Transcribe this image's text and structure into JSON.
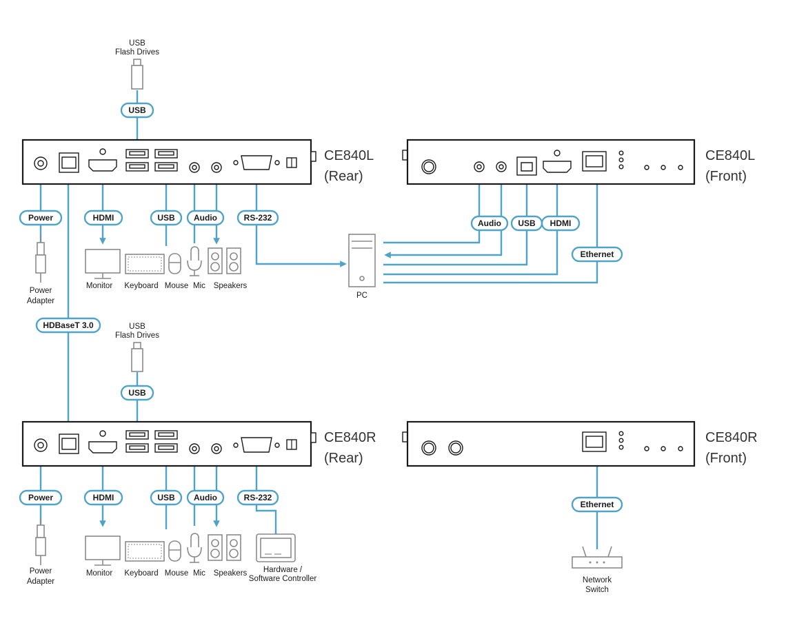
{
  "devices": {
    "local_rear": {
      "name": "CE840L",
      "side": "(Rear)"
    },
    "local_front": {
      "name": "CE840L",
      "side": "(Front)"
    },
    "remote_rear": {
      "name": "CE840R",
      "side": "(Rear)"
    },
    "remote_front": {
      "name": "CE840R",
      "side": "(Front)"
    }
  },
  "cables": {
    "usb": "USB",
    "power": "Power",
    "hdmi": "HDMI",
    "audio": "Audio",
    "rs232": "RS-232",
    "ethernet": "Ethernet",
    "hdbaset": "HDBaseT 3.0"
  },
  "peripherals": {
    "usb_flash_line1": "USB",
    "usb_flash_line2": "Flash Drives",
    "power_adapter_line1": "Power",
    "power_adapter_line2": "Adapter",
    "monitor": "Monitor",
    "keyboard": "Keyboard",
    "mouse": "Mouse",
    "mic": "Mic",
    "speakers": "Speakers",
    "pc": "PC",
    "controller_line1": "Hardware /",
    "controller_line2": "Software Controller",
    "network_switch_line1": "Network",
    "network_switch_line2": "Switch"
  },
  "colors": {
    "cable": "#4fa3c7",
    "outline": "#1a1a1a",
    "peripheral": "#8a8a8a"
  }
}
